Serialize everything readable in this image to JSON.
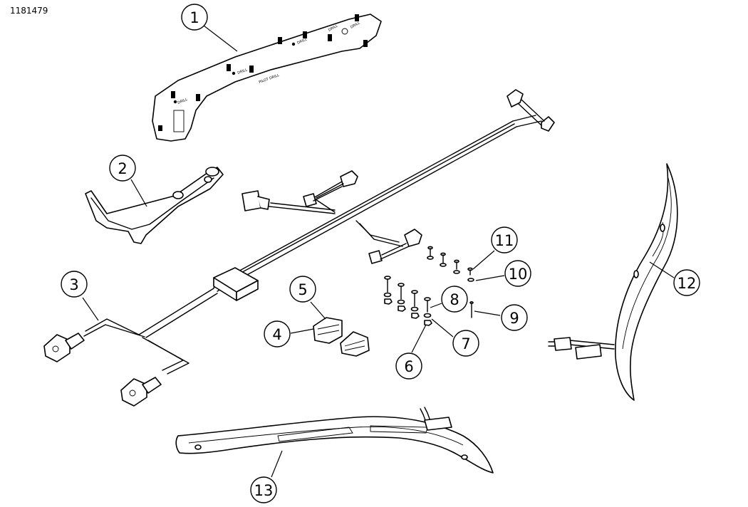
{
  "figure": {
    "code": "1181479"
  },
  "callouts": [
    "1",
    "2",
    "3",
    "4",
    "5",
    "6",
    "7",
    "8",
    "9",
    "10",
    "11",
    "12",
    "13"
  ],
  "templates": {
    "part1": [
      "DRILL",
      "DRILL",
      "PILOT DRILL",
      "DRILL",
      "DRILL",
      "DRILL"
    ]
  }
}
